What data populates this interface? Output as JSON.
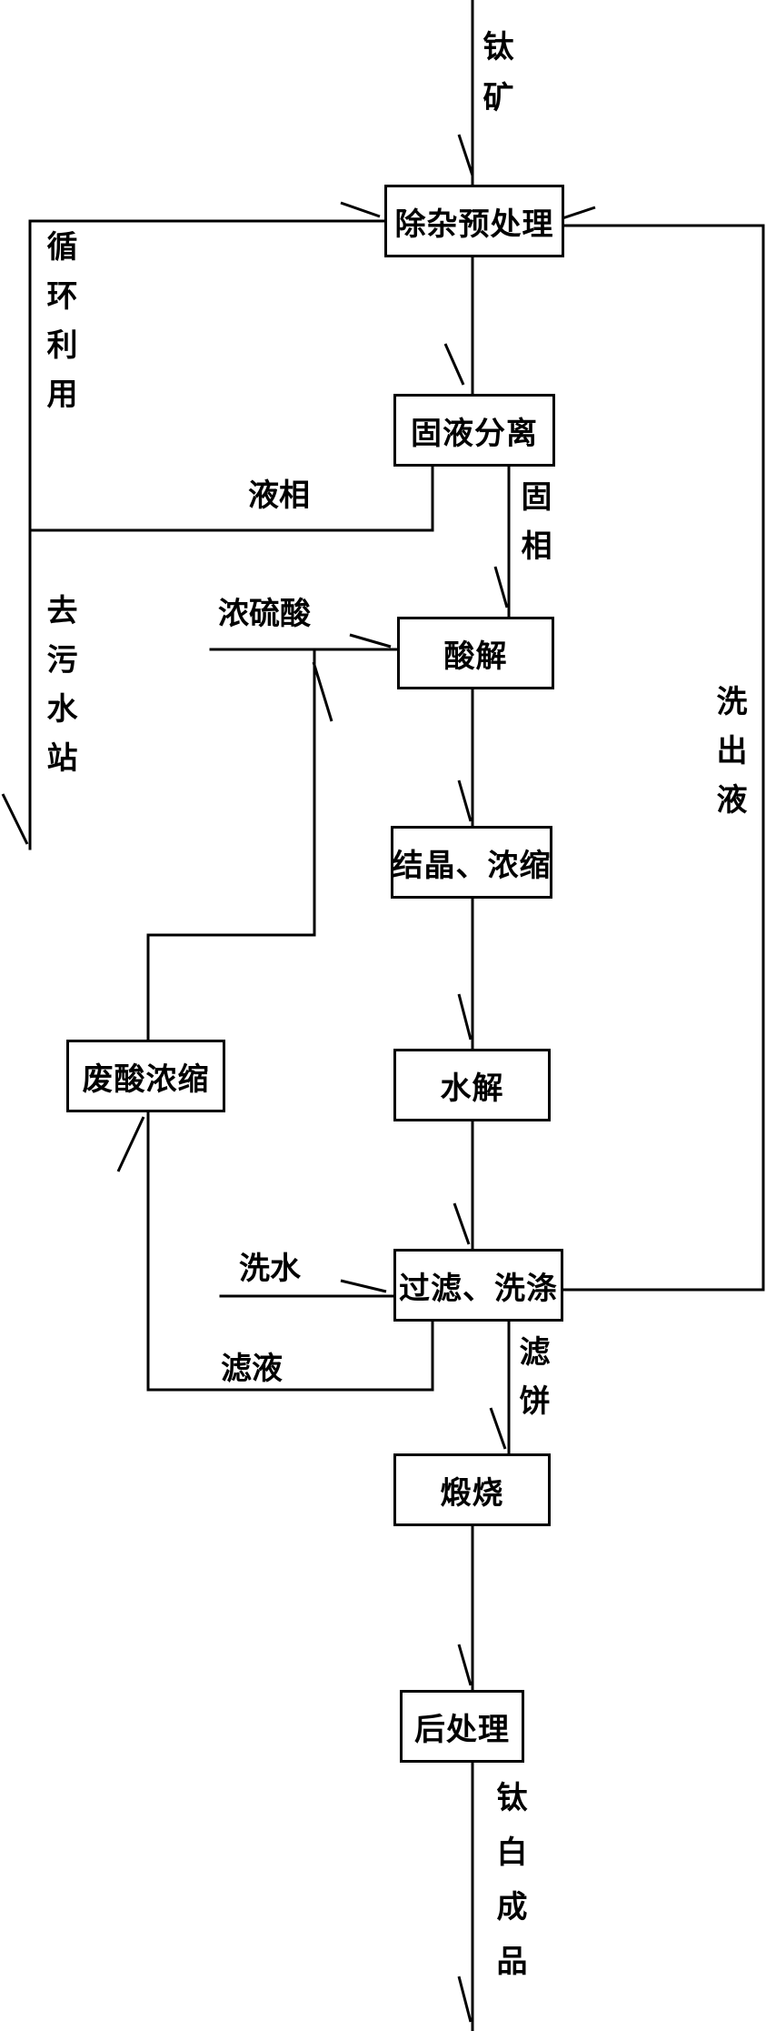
{
  "steps": {
    "pretreat": "除杂预处理",
    "separate": "固液分离",
    "acid": "酸解",
    "crystal": "结晶、浓缩",
    "hydro": "水解",
    "filter": "过滤、洗涤",
    "calcine": "煅烧",
    "post": "后处理",
    "waste_acid": "废酸浓缩"
  },
  "labels": {
    "ore": "钛矿",
    "recycle": "循环利用",
    "liquid": "液相",
    "solid": "固相",
    "sewage": "去污水站",
    "conc_acid": "浓硫酸",
    "wash_out": "洗出液",
    "wash_water": "洗水",
    "filtrate": "滤液",
    "filter_cake": "滤饼",
    "product": "钛白成品"
  }
}
